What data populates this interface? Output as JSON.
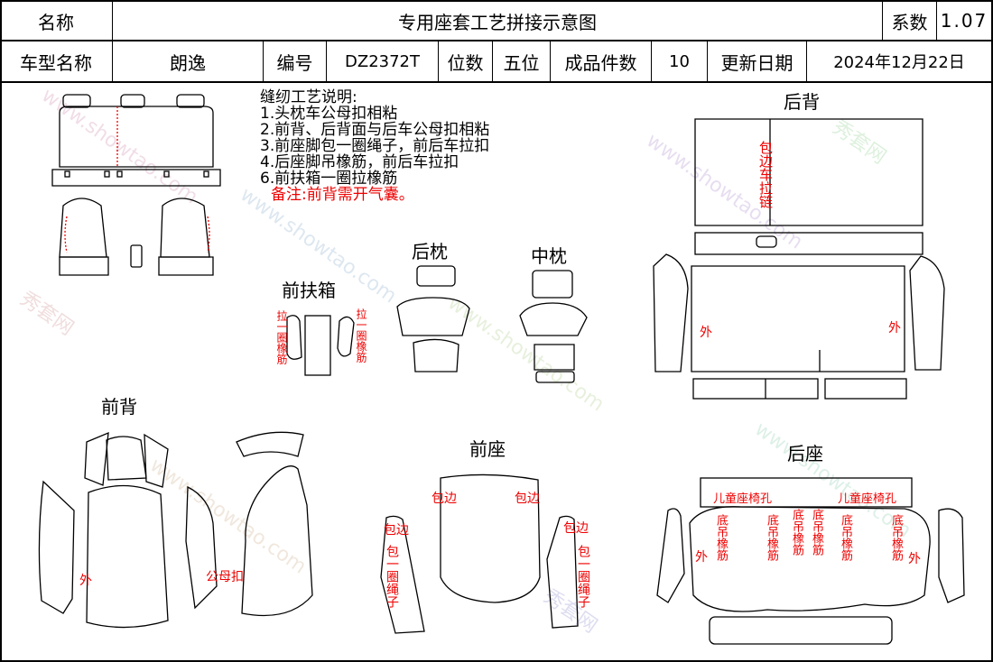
{
  "header": {
    "name_label": "名称",
    "title": "专用座套工艺拼接示意图",
    "coef_label": "系数",
    "coef_value": "1.07",
    "model_label": "车型名称",
    "model_value": "朗逸",
    "code_label": "编号",
    "code_value": "DZ2372T",
    "seats_label": "位数",
    "seats_value": "五位",
    "pieces_label": "成品件数",
    "pieces_value": "10",
    "date_label": "更新日期",
    "date_value": "2024年12月22日"
  },
  "notes": {
    "heading": "缝纫工艺说明:",
    "items": [
      "1.头枕车公母扣相粘",
      "2.前背、后背面与后车公母扣相粘",
      "3.前座脚包一圈绳子，前后车拉扣",
      "4.后座脚吊橡筋，前后车拉扣",
      "6.前扶箱一圈拉橡筋"
    ],
    "remark": "备注:前背需开气囊。"
  },
  "sections": {
    "rear_back": "后背",
    "rear_headrest": "后枕",
    "middle_headrest": "中枕",
    "front_armrest": "前扶箱",
    "front_back": "前背",
    "front_seat": "前座",
    "rear_seat": "后座"
  },
  "annotations": {
    "zipper": "包边车拉链",
    "outer": "外",
    "elastic_loop": "拉一圈橡筋",
    "snap": "公母扣",
    "hem": "包边",
    "rope_loop": "包一圈绳子",
    "child_seat_hole": "儿童座椅孔",
    "bottom_elastic": "底吊橡筋"
  },
  "watermark": {
    "brand": "秀套网",
    "url": "www.showtao.com"
  },
  "colors": {
    "line": "#000000",
    "annotation": "#e00000"
  }
}
